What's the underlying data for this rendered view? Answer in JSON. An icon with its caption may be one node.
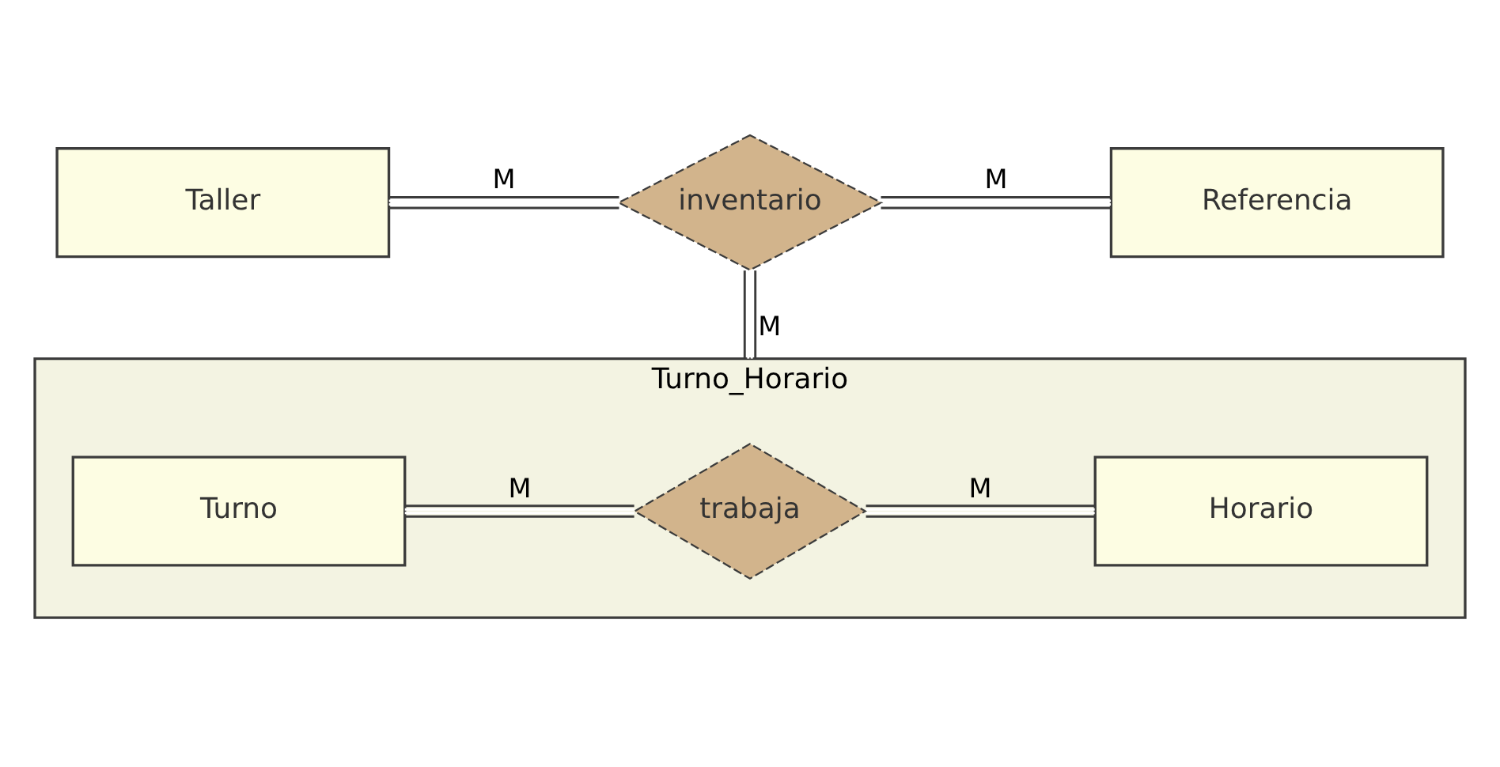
{
  "diagram": {
    "nodes": [
      {
        "text": [
          "Taller"
        ]
      },
      {
        "text": [
          "inventario"
        ]
      },
      {
        "text": [
          "Referencia"
        ]
      },
      {
        "text": [
          "Turno_Horario"
        ]
      },
      {
        "text": [
          "Turno"
        ],
        "in": 3
      },
      {
        "text": [
          "trabaja"
        ],
        "in": 3
      },
      {
        "text": [
          "Horario"
        ],
        "in": 3
      }
    ],
    "edges": [
      {
        "from": 0,
        "to": 1,
        "arrow": "none",
        "label": "M"
      },
      {
        "from": 1,
        "to": 2,
        "arrow": "none",
        "label": "M"
      },
      {
        "from": 1,
        "to": 3,
        "arrow": "none",
        "label": "M"
      },
      {
        "from": 4,
        "to": 5,
        "arrow": "none",
        "label": "M"
      },
      {
        "from": 5,
        "to": 6,
        "arrow": "none",
        "label": "M"
      }
    ]
  }
}
